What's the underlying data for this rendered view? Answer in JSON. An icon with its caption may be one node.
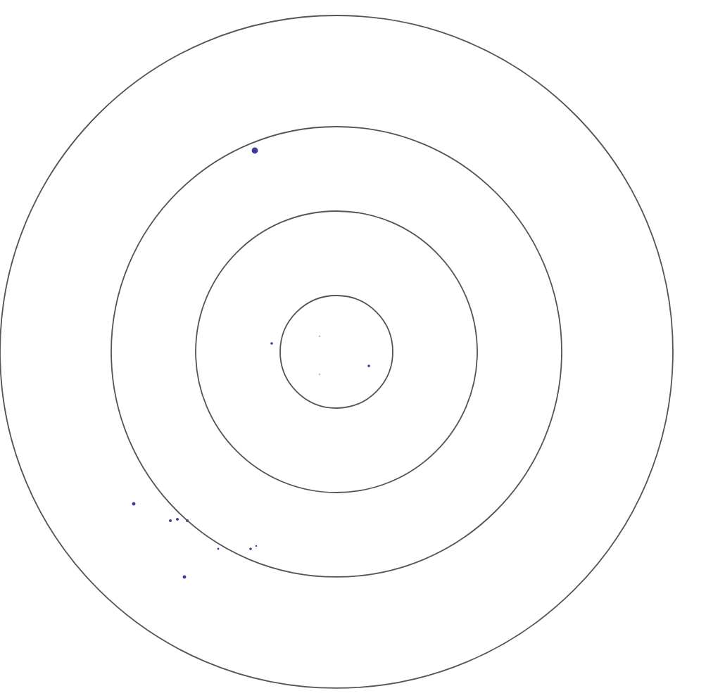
{
  "diagram": {
    "nodes": [
      {
        "text": [],
        "shape": "circle"
      },
      {
        "text": [],
        "shape": "circle",
        "in": 0
      },
      {
        "text": [],
        "shape": "circle",
        "in": 1
      },
      {
        "text": [],
        "shape": "circle",
        "in": 2
      }
    ]
  }
}
